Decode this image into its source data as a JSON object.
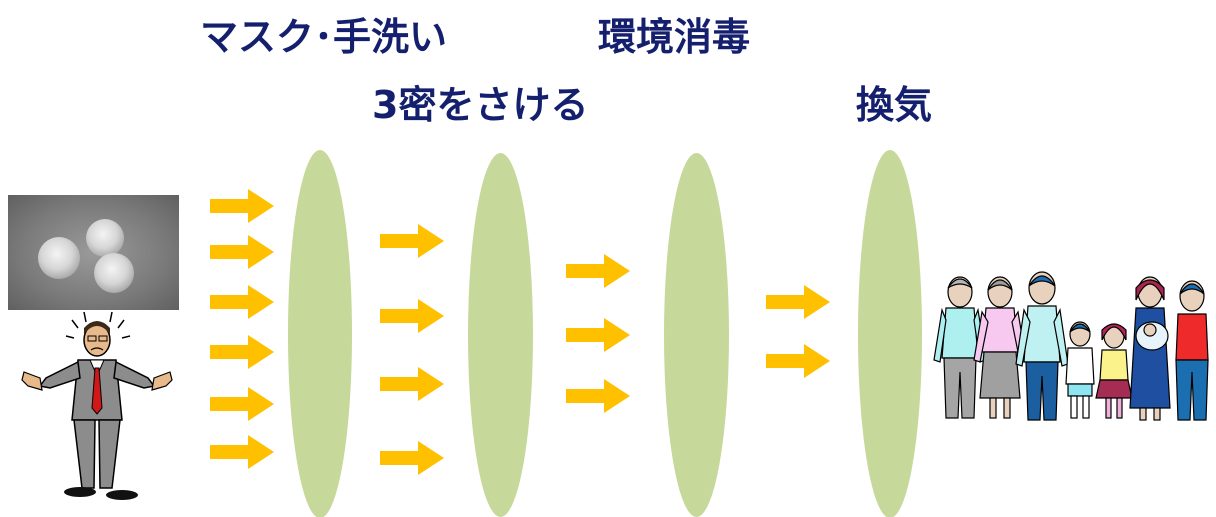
{
  "labels": {
    "mask": "マスク･手洗い",
    "disinfect": "環境消毒",
    "avoid_3mitsu": "3密をさける",
    "ventilation": "換気"
  },
  "colors": {
    "label_text": "#14206e",
    "barrier": "#c6d89a",
    "arrow": "#ffc000"
  },
  "arrow_groups": [
    {
      "name": "arrows-before-barrier-1",
      "count": 6
    },
    {
      "name": "arrows-before-barrier-2",
      "count": 4
    },
    {
      "name": "arrows-before-barrier-3",
      "count": 3
    },
    {
      "name": "arrows-before-barrier-4",
      "count": 2
    }
  ],
  "barriers": [
    {
      "name": "barrier-mask-handwash"
    },
    {
      "name": "barrier-avoid-3mitsu"
    },
    {
      "name": "barrier-disinfect"
    },
    {
      "name": "barrier-ventilation"
    }
  ],
  "images": {
    "virus": "virus-micrograph",
    "infected_man": "infected-man-illustration",
    "family": "family-group-illustration"
  }
}
